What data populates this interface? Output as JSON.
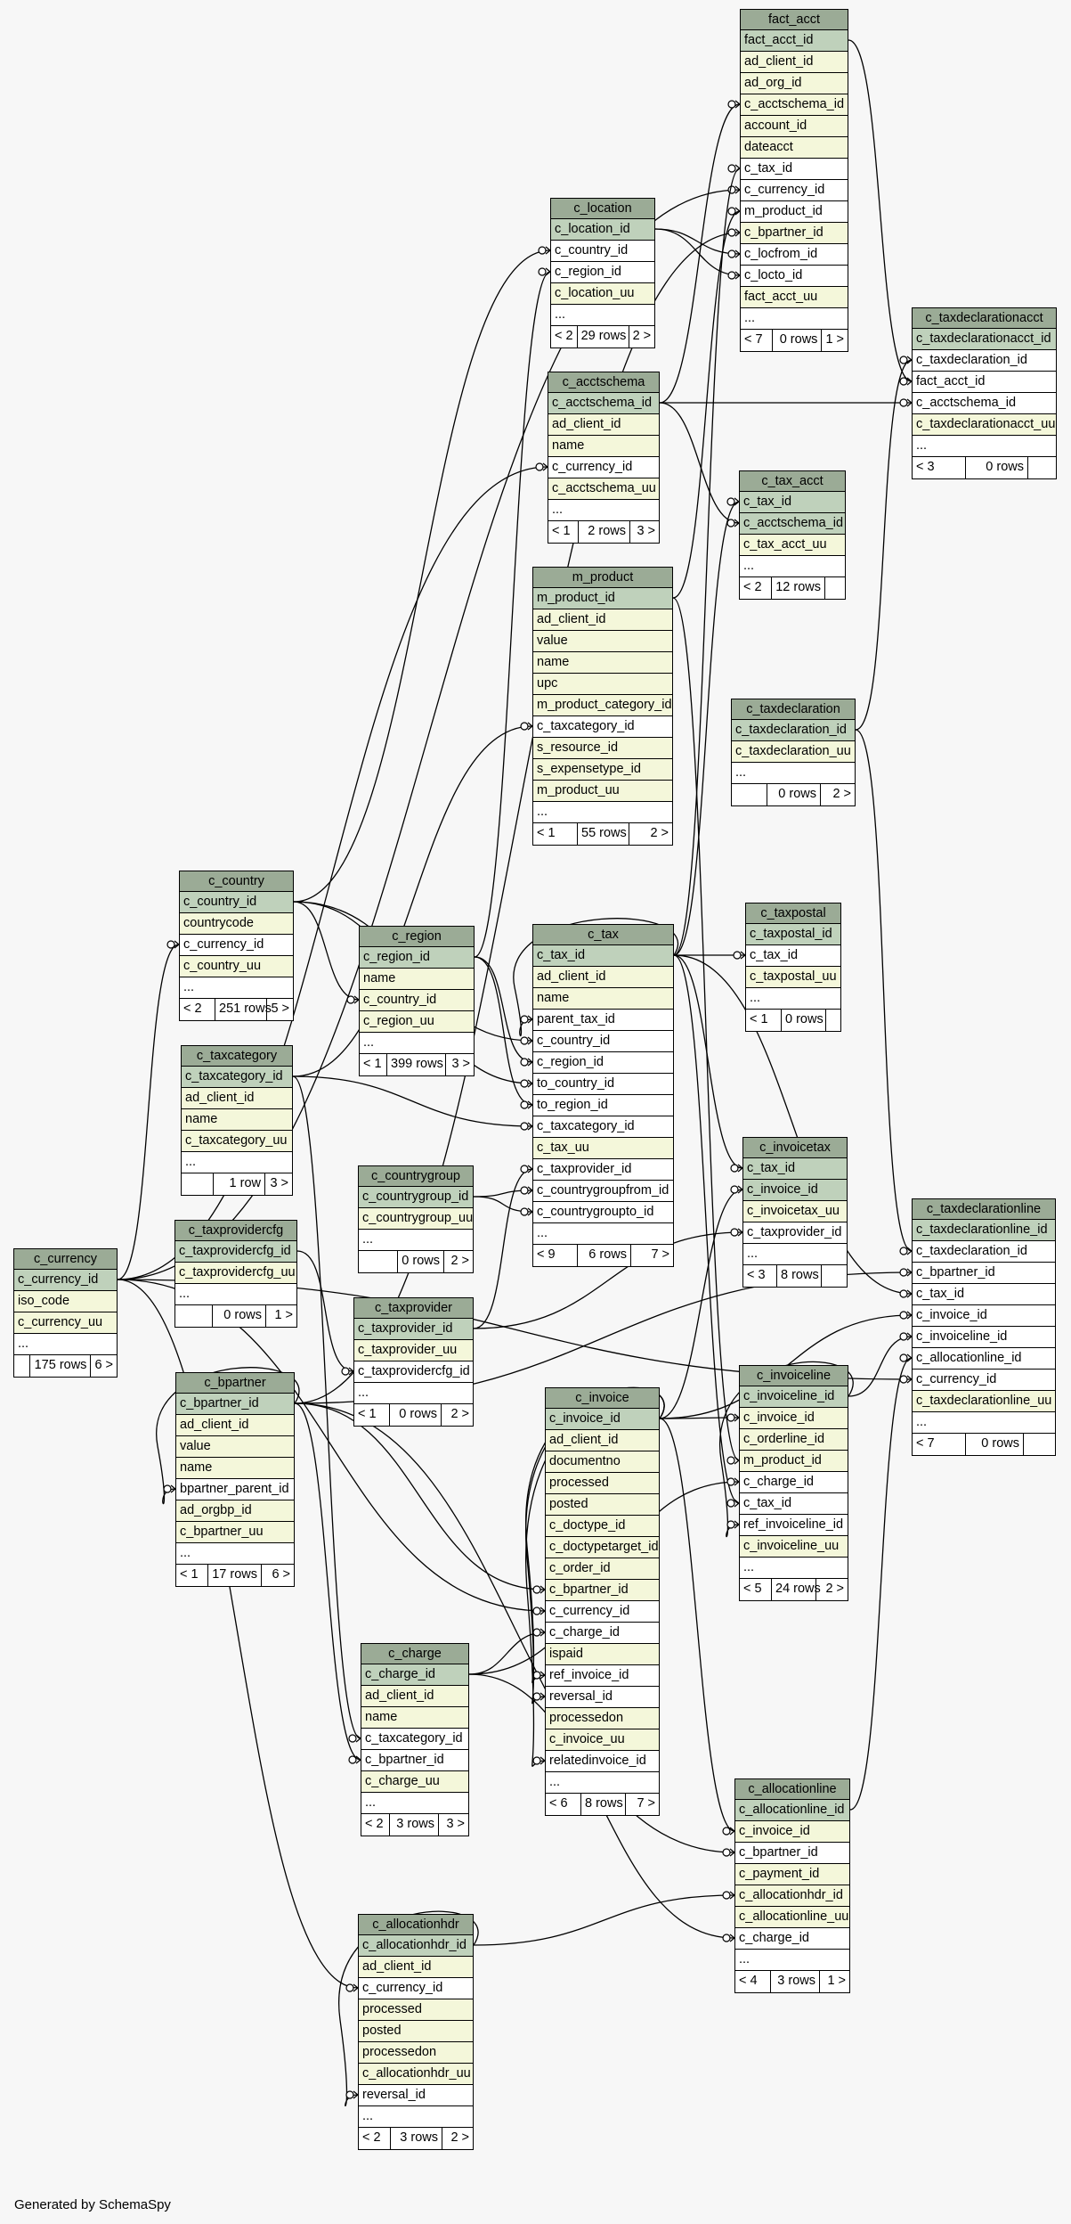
{
  "footer": "Generated by SchemaSpy",
  "colors": {
    "header": "#9bab96",
    "primary_key": "#bfd1bb",
    "indexed": "#f4f7da",
    "plain": "#ffffff",
    "background": "#f7f7f7"
  },
  "tables": [
    {
      "name": "fact_acct",
      "columns": [
        [
          "fact_acct_id",
          "pk"
        ],
        [
          "ad_client_id",
          "ix"
        ],
        [
          "ad_org_id",
          "ix"
        ],
        [
          "c_acctschema_id",
          "ix"
        ],
        [
          "account_id",
          "ix"
        ],
        [
          "dateacct",
          "ix"
        ],
        [
          "c_tax_id",
          "fk"
        ],
        [
          "c_currency_id",
          "fk"
        ],
        [
          "m_product_id",
          "fk"
        ],
        [
          "c_bpartner_id",
          "ix"
        ],
        [
          "c_locfrom_id",
          "fk"
        ],
        [
          "c_locto_id",
          "fk"
        ],
        [
          "fact_acct_uu",
          "ix"
        ],
        [
          "...",
          "el"
        ]
      ],
      "footer": [
        "< 7",
        "0 rows",
        "1 >"
      ]
    },
    {
      "name": "c_location",
      "columns": [
        [
          "c_location_id",
          "pk"
        ],
        [
          "c_country_id",
          "fk"
        ],
        [
          "c_region_id",
          "fk"
        ],
        [
          "c_location_uu",
          "ix"
        ],
        [
          "...",
          "el"
        ]
      ],
      "footer": [
        "< 2",
        "29 rows",
        "2 >"
      ]
    },
    {
      "name": "c_taxdeclarationacct",
      "columns": [
        [
          "c_taxdeclarationacct_id",
          "pk"
        ],
        [
          "c_taxdeclaration_id",
          "fk"
        ],
        [
          "fact_acct_id",
          "fk"
        ],
        [
          "c_acctschema_id",
          "fk"
        ],
        [
          "c_taxdeclarationacct_uu",
          "ix"
        ],
        [
          "...",
          "el"
        ]
      ],
      "footer": [
        "< 3",
        "0 rows",
        ""
      ]
    },
    {
      "name": "c_acctschema",
      "columns": [
        [
          "c_acctschema_id",
          "pk"
        ],
        [
          "ad_client_id",
          "ix"
        ],
        [
          "name",
          "ix"
        ],
        [
          "c_currency_id",
          "fk"
        ],
        [
          "c_acctschema_uu",
          "ix"
        ],
        [
          "...",
          "el"
        ]
      ],
      "footer": [
        "< 1",
        "2 rows",
        "3 >"
      ]
    },
    {
      "name": "c_tax_acct",
      "columns": [
        [
          "c_tax_id",
          "pk"
        ],
        [
          "c_acctschema_id",
          "pk"
        ],
        [
          "c_tax_acct_uu",
          "ix"
        ],
        [
          "...",
          "el"
        ]
      ],
      "footer": [
        "< 2",
        "12 rows",
        ""
      ]
    },
    {
      "name": "m_product",
      "columns": [
        [
          "m_product_id",
          "pk"
        ],
        [
          "ad_client_id",
          "ix"
        ],
        [
          "value",
          "ix"
        ],
        [
          "name",
          "ix"
        ],
        [
          "upc",
          "ix"
        ],
        [
          "m_product_category_id",
          "ix"
        ],
        [
          "c_taxcategory_id",
          "fk"
        ],
        [
          "s_resource_id",
          "ix"
        ],
        [
          "s_expensetype_id",
          "ix"
        ],
        [
          "m_product_uu",
          "ix"
        ],
        [
          "...",
          "el"
        ]
      ],
      "footer": [
        "< 1",
        "55 rows",
        "2 >"
      ]
    },
    {
      "name": "c_taxdeclaration",
      "columns": [
        [
          "c_taxdeclaration_id",
          "pk"
        ],
        [
          "c_taxdeclaration_uu",
          "ix"
        ],
        [
          "...",
          "el"
        ]
      ],
      "footer": [
        "",
        "0 rows",
        "2 >"
      ]
    },
    {
      "name": "c_country",
      "columns": [
        [
          "c_country_id",
          "pk"
        ],
        [
          "countrycode",
          "ix"
        ],
        [
          "c_currency_id",
          "fk"
        ],
        [
          "c_country_uu",
          "ix"
        ],
        [
          "...",
          "el"
        ]
      ],
      "footer": [
        "< 2",
        "251 rows",
        "5 >"
      ]
    },
    {
      "name": "c_region",
      "columns": [
        [
          "c_region_id",
          "pk"
        ],
        [
          "name",
          "ix"
        ],
        [
          "c_country_id",
          "ix"
        ],
        [
          "c_region_uu",
          "ix"
        ],
        [
          "...",
          "el"
        ]
      ],
      "footer": [
        "< 1",
        "399 rows",
        "3 >"
      ]
    },
    {
      "name": "c_tax",
      "columns": [
        [
          "c_tax_id",
          "pk"
        ],
        [
          "ad_client_id",
          "ix"
        ],
        [
          "name",
          "ix"
        ],
        [
          "parent_tax_id",
          "fk"
        ],
        [
          "c_country_id",
          "fk"
        ],
        [
          "c_region_id",
          "fk"
        ],
        [
          "to_country_id",
          "fk"
        ],
        [
          "to_region_id",
          "fk"
        ],
        [
          "c_taxcategory_id",
          "fk"
        ],
        [
          "c_tax_uu",
          "ix"
        ],
        [
          "c_taxprovider_id",
          "fk"
        ],
        [
          "c_countrygroupfrom_id",
          "fk"
        ],
        [
          "c_countrygroupto_id",
          "fk"
        ],
        [
          "...",
          "el"
        ]
      ],
      "footer": [
        "< 9",
        "6 rows",
        "7 >"
      ]
    },
    {
      "name": "c_taxpostal",
      "columns": [
        [
          "c_taxpostal_id",
          "pk"
        ],
        [
          "c_tax_id",
          "fk"
        ],
        [
          "c_taxpostal_uu",
          "ix"
        ],
        [
          "...",
          "el"
        ]
      ],
      "footer": [
        "< 1",
        "0 rows",
        ""
      ]
    },
    {
      "name": "c_taxcategory",
      "columns": [
        [
          "c_taxcategory_id",
          "pk"
        ],
        [
          "ad_client_id",
          "ix"
        ],
        [
          "name",
          "ix"
        ],
        [
          "c_taxcategory_uu",
          "ix"
        ],
        [
          "...",
          "el"
        ]
      ],
      "footer": [
        "",
        "1 row",
        "3 >"
      ]
    },
    {
      "name": "c_countrygroup",
      "columns": [
        [
          "c_countrygroup_id",
          "pk"
        ],
        [
          "c_countrygroup_uu",
          "ix"
        ],
        [
          "...",
          "el"
        ]
      ],
      "footer": [
        "",
        "0 rows",
        "2 >"
      ]
    },
    {
      "name": "c_invoicetax",
      "columns": [
        [
          "c_tax_id",
          "pk"
        ],
        [
          "c_invoice_id",
          "pk"
        ],
        [
          "c_invoicetax_uu",
          "ix"
        ],
        [
          "c_taxprovider_id",
          "fk"
        ],
        [
          "...",
          "el"
        ]
      ],
      "footer": [
        "< 3",
        "8 rows",
        ""
      ]
    },
    {
      "name": "c_taxdeclarationline",
      "columns": [
        [
          "c_taxdeclarationline_id",
          "pk"
        ],
        [
          "c_taxdeclaration_id",
          "fk"
        ],
        [
          "c_bpartner_id",
          "fk"
        ],
        [
          "c_tax_id",
          "fk"
        ],
        [
          "c_invoice_id",
          "fk"
        ],
        [
          "c_invoiceline_id",
          "fk"
        ],
        [
          "c_allocationline_id",
          "fk"
        ],
        [
          "c_currency_id",
          "fk"
        ],
        [
          "c_taxdeclarationline_uu",
          "ix"
        ],
        [
          "...",
          "el"
        ]
      ],
      "footer": [
        "< 7",
        "0 rows",
        ""
      ]
    },
    {
      "name": "c_currency",
      "columns": [
        [
          "c_currency_id",
          "pk"
        ],
        [
          "iso_code",
          "ix"
        ],
        [
          "c_currency_uu",
          "ix"
        ],
        [
          "...",
          "el"
        ]
      ],
      "footer": [
        "",
        "175 rows",
        "6 >"
      ]
    },
    {
      "name": "c_taxprovidercfg",
      "columns": [
        [
          "c_taxprovidercfg_id",
          "pk"
        ],
        [
          "c_taxprovidercfg_uu",
          "ix"
        ],
        [
          "...",
          "el"
        ]
      ],
      "footer": [
        "",
        "0 rows",
        "1 >"
      ]
    },
    {
      "name": "c_taxprovider",
      "columns": [
        [
          "c_taxprovider_id",
          "pk"
        ],
        [
          "c_taxprovider_uu",
          "ix"
        ],
        [
          "c_taxprovidercfg_id",
          "fk"
        ],
        [
          "...",
          "el"
        ]
      ],
      "footer": [
        "< 1",
        "0 rows",
        "2 >"
      ]
    },
    {
      "name": "c_bpartner",
      "columns": [
        [
          "c_bpartner_id",
          "pk"
        ],
        [
          "ad_client_id",
          "ix"
        ],
        [
          "value",
          "ix"
        ],
        [
          "name",
          "ix"
        ],
        [
          "bpartner_parent_id",
          "fk"
        ],
        [
          "ad_orgbp_id",
          "ix"
        ],
        [
          "c_bpartner_uu",
          "ix"
        ],
        [
          "...",
          "el"
        ]
      ],
      "footer": [
        "< 1",
        "17 rows",
        "6 >"
      ]
    },
    {
      "name": "c_invoice",
      "columns": [
        [
          "c_invoice_id",
          "pk"
        ],
        [
          "ad_client_id",
          "ix"
        ],
        [
          "documentno",
          "ix"
        ],
        [
          "processed",
          "ix"
        ],
        [
          "posted",
          "ix"
        ],
        [
          "c_doctype_id",
          "ix"
        ],
        [
          "c_doctypetarget_id",
          "ix"
        ],
        [
          "c_order_id",
          "ix"
        ],
        [
          "c_bpartner_id",
          "ix"
        ],
        [
          "c_currency_id",
          "fk"
        ],
        [
          "c_charge_id",
          "fk"
        ],
        [
          "ispaid",
          "ix"
        ],
        [
          "ref_invoice_id",
          "fk"
        ],
        [
          "reversal_id",
          "fk"
        ],
        [
          "processedon",
          "ix"
        ],
        [
          "c_invoice_uu",
          "ix"
        ],
        [
          "relatedinvoice_id",
          "fk"
        ],
        [
          "...",
          "el"
        ]
      ],
      "footer": [
        "< 6",
        "8 rows",
        "7 >"
      ]
    },
    {
      "name": "c_invoiceline",
      "columns": [
        [
          "c_invoiceline_id",
          "pk"
        ],
        [
          "c_invoice_id",
          "ix"
        ],
        [
          "c_orderline_id",
          "ix"
        ],
        [
          "m_product_id",
          "ix"
        ],
        [
          "c_charge_id",
          "fk"
        ],
        [
          "c_tax_id",
          "fk"
        ],
        [
          "ref_invoiceline_id",
          "fk"
        ],
        [
          "c_invoiceline_uu",
          "ix"
        ],
        [
          "...",
          "el"
        ]
      ],
      "footer": [
        "< 5",
        "24 rows",
        "2 >"
      ]
    },
    {
      "name": "c_charge",
      "columns": [
        [
          "c_charge_id",
          "pk"
        ],
        [
          "ad_client_id",
          "ix"
        ],
        [
          "name",
          "ix"
        ],
        [
          "c_taxcategory_id",
          "fk"
        ],
        [
          "c_bpartner_id",
          "fk"
        ],
        [
          "c_charge_uu",
          "ix"
        ],
        [
          "...",
          "el"
        ]
      ],
      "footer": [
        "< 2",
        "3 rows",
        "3 >"
      ]
    },
    {
      "name": "c_allocationline",
      "columns": [
        [
          "c_allocationline_id",
          "pk"
        ],
        [
          "c_invoice_id",
          "ix"
        ],
        [
          "c_bpartner_id",
          "fk"
        ],
        [
          "c_payment_id",
          "ix"
        ],
        [
          "c_allocationhdr_id",
          "ix"
        ],
        [
          "c_allocationline_uu",
          "ix"
        ],
        [
          "c_charge_id",
          "fk"
        ],
        [
          "...",
          "el"
        ]
      ],
      "footer": [
        "< 4",
        "3 rows",
        "1 >"
      ]
    },
    {
      "name": "c_allocationhdr",
      "columns": [
        [
          "c_allocationhdr_id",
          "pk"
        ],
        [
          "ad_client_id",
          "ix"
        ],
        [
          "c_currency_id",
          "fk"
        ],
        [
          "processed",
          "ix"
        ],
        [
          "posted",
          "ix"
        ],
        [
          "processedon",
          "ix"
        ],
        [
          "c_allocationhdr_uu",
          "ix"
        ],
        [
          "reversal_id",
          "fk"
        ],
        [
          "...",
          "el"
        ]
      ],
      "footer": [
        "< 2",
        "3 rows",
        "2 >"
      ]
    }
  ]
}
